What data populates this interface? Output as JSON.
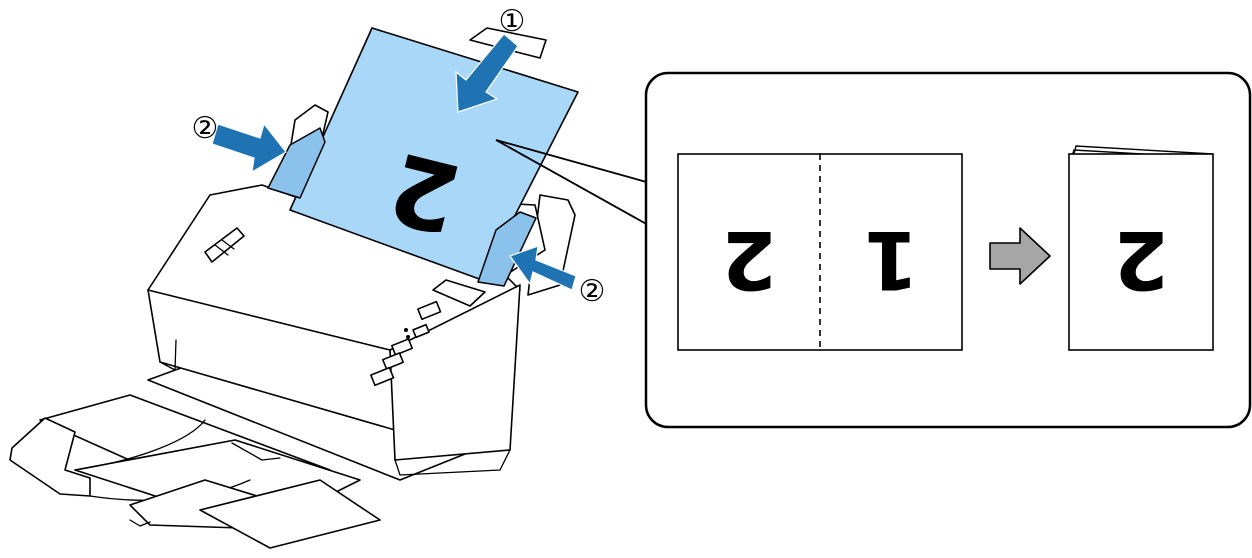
{
  "figure": {
    "colors": {
      "paper": "#a9d7f7",
      "guide": "#8ac2ec",
      "arrow": "#1f73b3",
      "process_arrow": "#a6a6a6"
    },
    "callouts": {
      "step_one": "①",
      "step_two_left": "②",
      "step_two_right": "②"
    },
    "page_label": "2",
    "inset": {
      "left_half": "2",
      "right_half": "1",
      "result": "2"
    },
    "icons": [
      "insert-arrow-icon",
      "edge-guide-arrow-icon",
      "process-arrow-icon"
    ]
  }
}
